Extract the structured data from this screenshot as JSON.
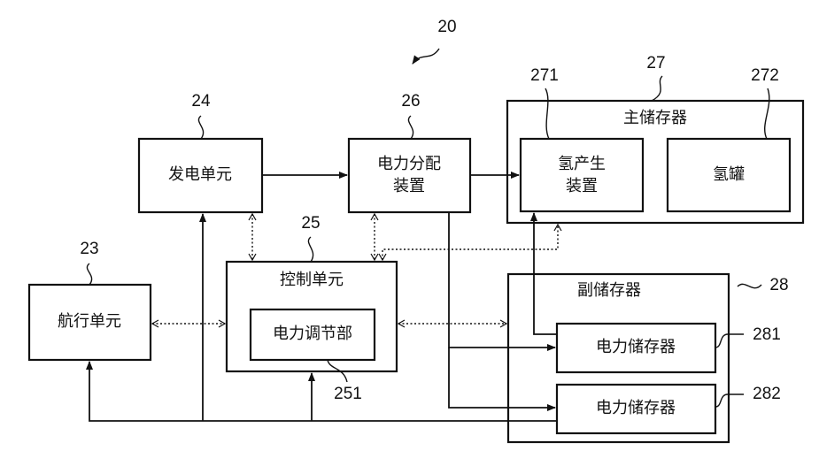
{
  "diagram": {
    "ref_system": "20",
    "nav_unit": {
      "ref": "23",
      "label": "航行单元"
    },
    "generator": {
      "ref": "24",
      "label": "发电单元"
    },
    "control": {
      "ref": "25",
      "label": "控制单元"
    },
    "power_adjust": {
      "ref": "251",
      "label": "电力调节部"
    },
    "distribution": {
      "ref": "26",
      "label_line1": "电力分配",
      "label_line2": "装置"
    },
    "main_storage": {
      "ref": "27",
      "label": "主储存器"
    },
    "h2_generator": {
      "ref": "271",
      "label_line1": "氢产生",
      "label_line2": "装置"
    },
    "h2_tank": {
      "ref": "272",
      "label": "氢罐"
    },
    "sub_storage": {
      "ref": "28",
      "label": "副储存器"
    },
    "power_storage_1": {
      "ref": "281",
      "label": "电力储存器"
    },
    "power_storage_2": {
      "ref": "282",
      "label": "电力储存器"
    }
  }
}
